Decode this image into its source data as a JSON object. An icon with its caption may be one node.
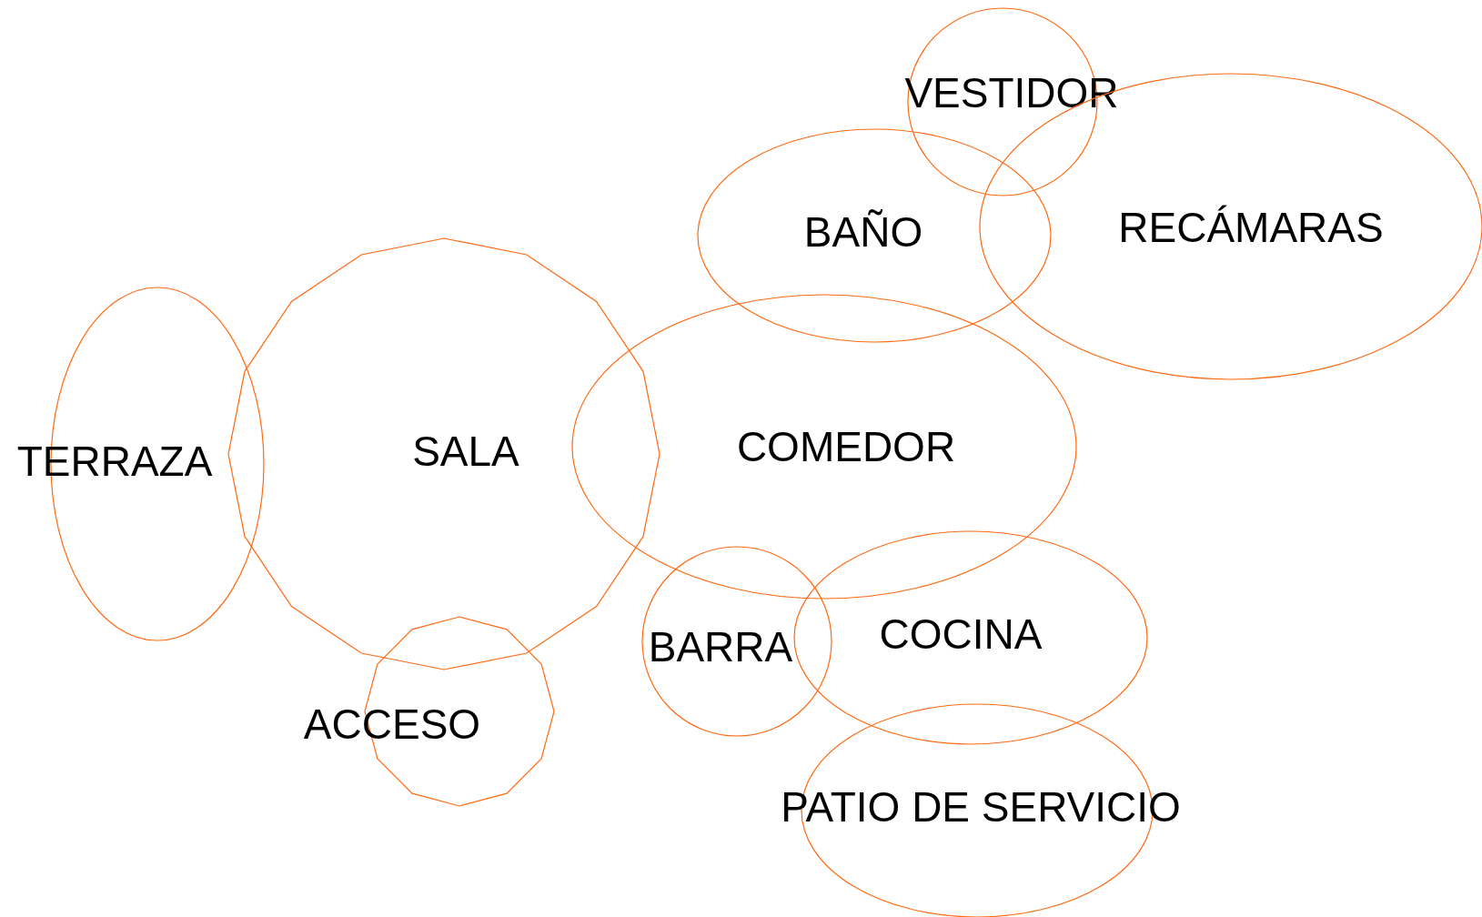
{
  "diagram": {
    "nodes": [
      {
        "text": [
          "VESTIDOR"
        ]
      },
      {
        "text": [
          "BAÑO"
        ]
      },
      {
        "text": [
          "RECÁMARAS"
        ]
      },
      {
        "text": [
          "TERRAZA"
        ]
      },
      {
        "text": [
          "SALA"
        ]
      },
      {
        "text": [
          "COMEDOR"
        ]
      },
      {
        "text": [
          "BARRA"
        ]
      },
      {
        "text": [
          "COCINA"
        ]
      },
      {
        "text": [
          "ACCESO"
        ]
      },
      {
        "text": [
          "PATIO DE SERVICIO"
        ]
      }
    ]
  }
}
